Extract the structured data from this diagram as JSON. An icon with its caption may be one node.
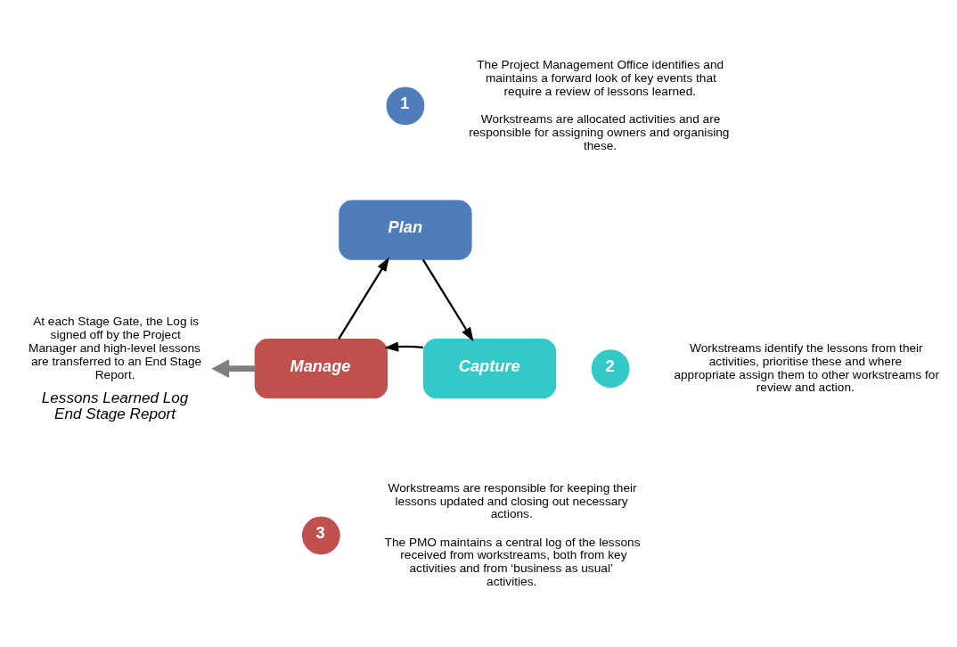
{
  "diagram": {
    "nodes": [
      {
        "text": [
          "1"
        ],
        "beside": [
          "The Project Management Office identifies and maintains a forward look of key events that require a review of lessons learned.",
          "Workstreams are allocated activities and are responsible for assigning owners and organising these."
        ]
      },
      {
        "text": [
          "Plan"
        ]
      },
      {
        "text": [
          "2"
        ],
        "beside": [
          "Workstreams identify the lessons from their activities, prioritise these and where appropriate assign them to other workstreams for review and action."
        ]
      },
      {
        "text": [
          "Capture"
        ]
      },
      {
        "text": [
          "3"
        ],
        "beside": [
          "Workstreams are responsible for keeping their lessons updated and closing out necessary actions.",
          "The PMO maintains a central log of the lessons received from workstreams, both from key activities and from ‘business as usual’ activities."
        ]
      },
      {
        "text": [
          "Manage"
        ]
      },
      {
        "text": [
          "Lessons Learned Log",
          "End Stage Report"
        ],
        "beside": [
          "At each Stage Gate, the Log is signed off by the Project Manager and high-level lessons are transferred to an End Stage Report."
        ]
      }
    ],
    "edges": [
      {
        "from": 1,
        "to": 3,
        "arrow": "to"
      },
      {
        "from": 3,
        "to": 5,
        "arrow": "to"
      },
      {
        "from": 5,
        "to": 1,
        "arrow": "to"
      },
      {
        "from": 5,
        "to": 6,
        "arrow": "to",
        "style": "thick",
        "color": "#7f7f7f"
      }
    ]
  }
}
